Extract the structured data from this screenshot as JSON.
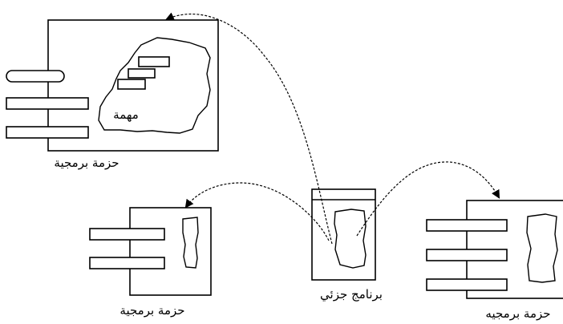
{
  "labels": {
    "package_top": "حزمة برمجية",
    "task": "مهمة",
    "package_bottom_left": "حزمة برمجية",
    "subprogram": "برنامج جزئي",
    "package_bottom_right": "حزمة برمجيه"
  },
  "colors": {
    "stroke": "#000000",
    "background": "#ffffff"
  }
}
